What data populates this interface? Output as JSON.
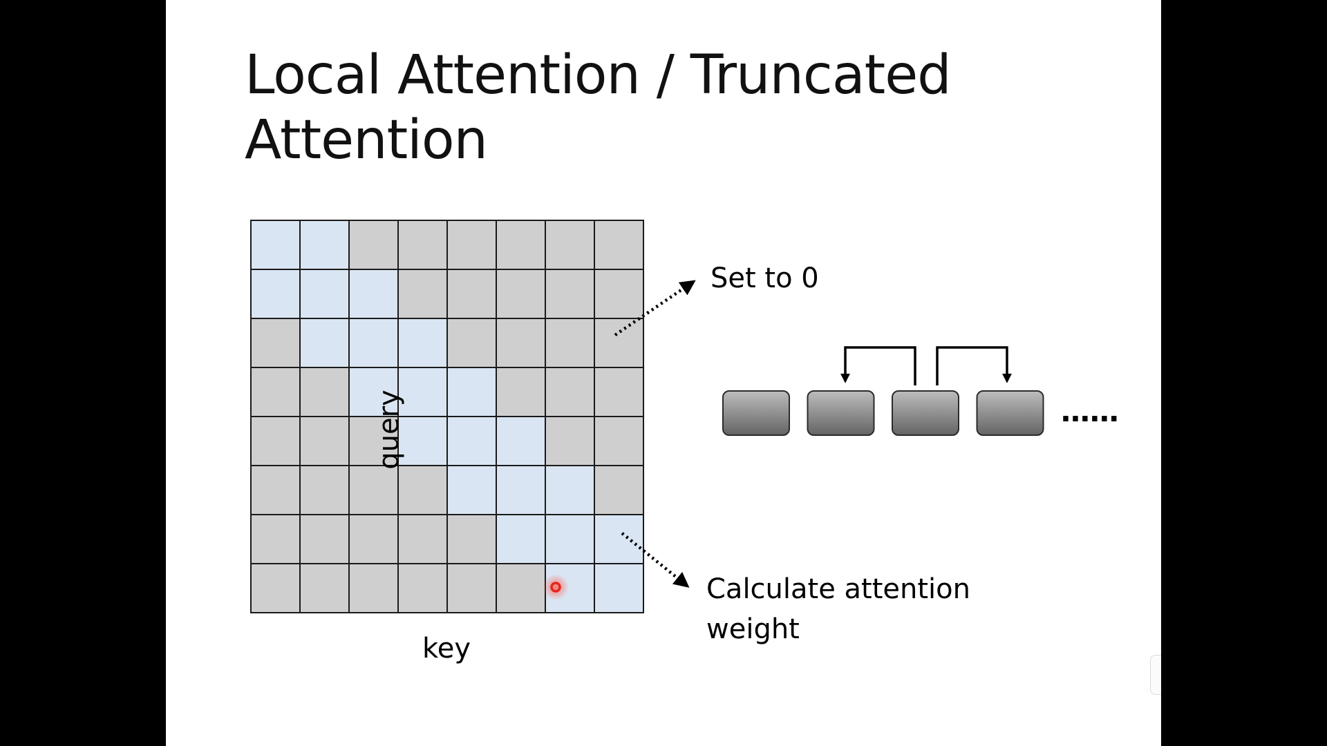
{
  "title_lines": [
    "Local Attention / Truncated",
    "Attention"
  ],
  "labels": {
    "set_to_zero": "Set to 0",
    "calculate_line1": "Calculate attention",
    "calculate_line2": "weight",
    "query_axis": "query",
    "key_axis": "key",
    "ellipsis": "......"
  },
  "matrix": {
    "rows": 8,
    "cols": 8,
    "window": 1
  },
  "sequence": {
    "block_count": 4
  },
  "colors": {
    "computed_cell": "#dae5f3",
    "masked_cell": "#cfcfcf",
    "cell_border": "#1a1a1a",
    "block_fill_top": "#bdbdbd",
    "block_fill_bottom": "#646464",
    "cursor": "#e3261e"
  }
}
